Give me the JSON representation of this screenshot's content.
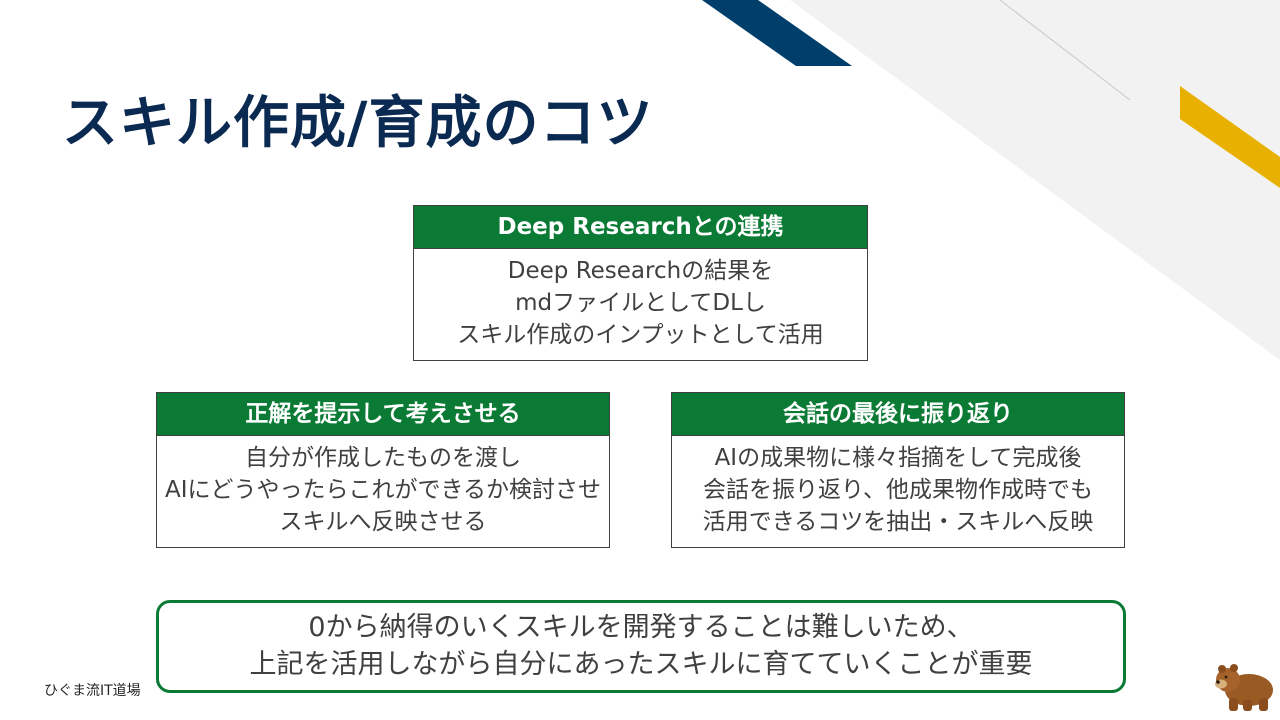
{
  "slide": {
    "title": "スキル作成/育成のコツ",
    "footer": "ひぐま流IT道場",
    "cards": [
      {
        "heading": "Deep Researchとの連携",
        "lines": [
          "Deep Researchの結果を",
          "mdファイルとしてDLし",
          "スキル作成のインプットとして活用"
        ]
      },
      {
        "heading": "正解を提示して考えさせる",
        "lines": [
          "自分が作成したものを渡し",
          "AIにどうやったらこれができるか検討させ",
          "スキルへ反映させる"
        ]
      },
      {
        "heading": "会話の最後に振り返り",
        "lines": [
          "AIの成果物に様々指摘をして完成後",
          "会話を振り返り、他成果物作成時でも",
          "活用できるコツを抽出・スキルへ反映"
        ]
      }
    ],
    "summary": {
      "lines": [
        "0から納得のいくスキルを開発することは難しいため、",
        "上記を活用しながら自分にあったスキルに育てていくことが重要"
      ]
    }
  },
  "colors": {
    "title": "#0b2a52",
    "header_green": "#0b7a35",
    "navy_stripe": "#003e6b",
    "gold_stripe": "#e8b000",
    "gray_band": "#f2f2f2"
  },
  "icons": {
    "mascot": "bear-icon"
  }
}
